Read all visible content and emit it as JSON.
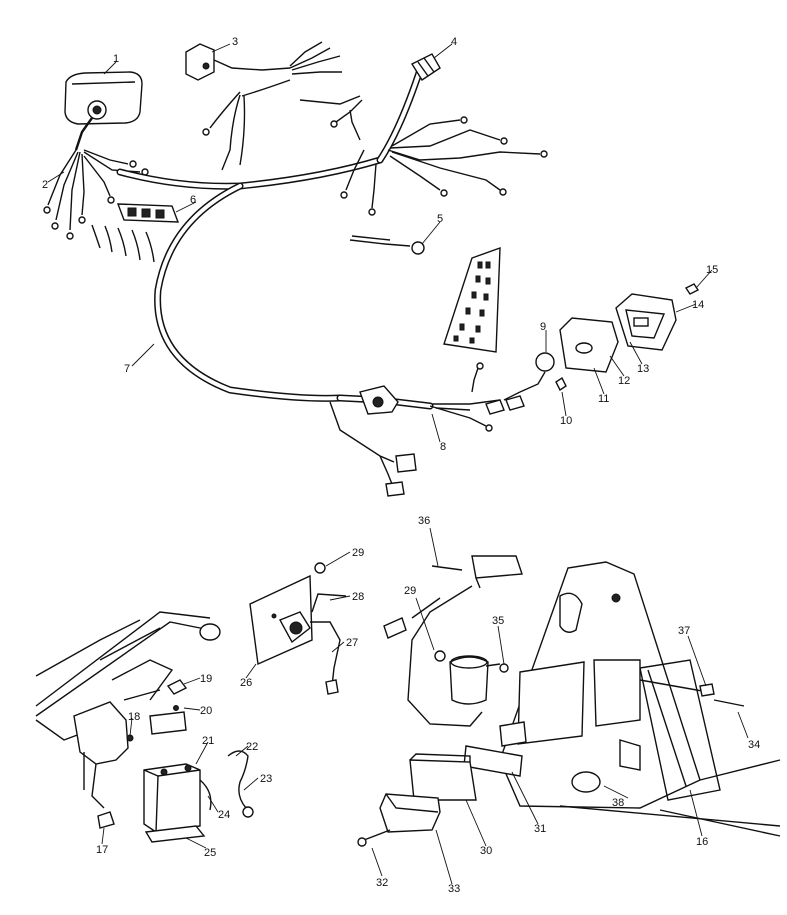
{
  "callouts": [
    {
      "id": "c1",
      "label": "1"
    },
    {
      "id": "c2",
      "label": "2"
    },
    {
      "id": "c3",
      "label": "3"
    },
    {
      "id": "c4",
      "label": "4"
    },
    {
      "id": "c5",
      "label": "5"
    },
    {
      "id": "c6",
      "label": "6"
    },
    {
      "id": "c7",
      "label": "7"
    },
    {
      "id": "c8",
      "label": "8"
    },
    {
      "id": "c9",
      "label": "9"
    },
    {
      "id": "c10",
      "label": "10"
    },
    {
      "id": "c11",
      "label": "11"
    },
    {
      "id": "c12",
      "label": "12"
    },
    {
      "id": "c13",
      "label": "13"
    },
    {
      "id": "c14",
      "label": "14"
    },
    {
      "id": "c15",
      "label": "15"
    },
    {
      "id": "c16",
      "label": "16"
    },
    {
      "id": "c17",
      "label": "17"
    },
    {
      "id": "c18",
      "label": "18"
    },
    {
      "id": "c19",
      "label": "19"
    },
    {
      "id": "c20",
      "label": "20"
    },
    {
      "id": "c21",
      "label": "21"
    },
    {
      "id": "c22",
      "label": "22"
    },
    {
      "id": "c23",
      "label": "23"
    },
    {
      "id": "c24",
      "label": "24"
    },
    {
      "id": "c25",
      "label": "25"
    },
    {
      "id": "c26",
      "label": "26"
    },
    {
      "id": "c27",
      "label": "27"
    },
    {
      "id": "c28",
      "label": "28"
    },
    {
      "id": "c29a",
      "label": "29"
    },
    {
      "id": "c29b",
      "label": "29"
    },
    {
      "id": "c30",
      "label": "30"
    },
    {
      "id": "c31",
      "label": "31"
    },
    {
      "id": "c32",
      "label": "32"
    },
    {
      "id": "c33",
      "label": "33"
    },
    {
      "id": "c34",
      "label": "34"
    },
    {
      "id": "c35",
      "label": "35"
    },
    {
      "id": "c36",
      "label": "36"
    },
    {
      "id": "c37",
      "label": "37"
    },
    {
      "id": "c38",
      "label": "38"
    }
  ]
}
